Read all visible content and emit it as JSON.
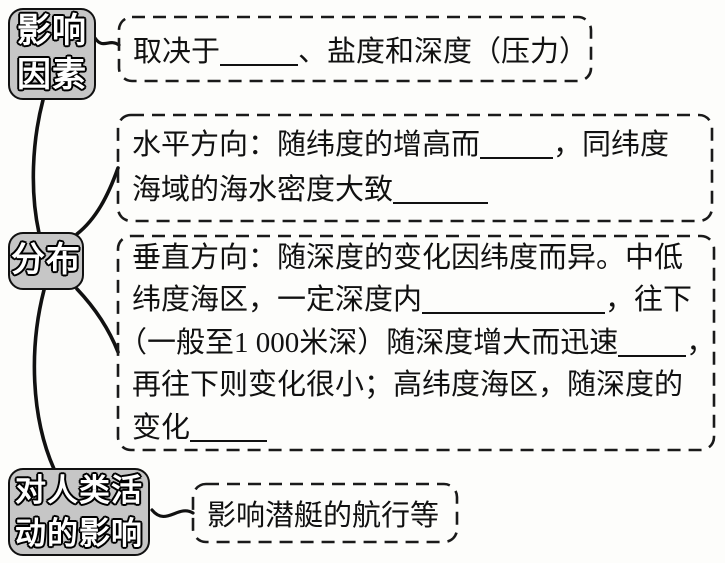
{
  "title": "海水密度知识结构图",
  "colors": {
    "background": "#fdfdfb",
    "node_fill": "#c6c6c6",
    "node_border": "#111111",
    "dashed_border": "#1a1a1a",
    "text": "#111111"
  },
  "nodes": {
    "factors": {
      "label_lines": [
        "影响",
        "因素"
      ]
    },
    "distribution": {
      "label_lines": [
        "分布"
      ]
    },
    "human_activity": {
      "label_lines": [
        "对人类活",
        "动的影响"
      ]
    }
  },
  "cards": {
    "determinants": {
      "lines": [
        [
          {
            "t": "取决于"
          },
          {
            "b": 78
          },
          {
            "t": "、盐度和深度（压力）"
          }
        ]
      ]
    },
    "horizontal": {
      "lines": [
        [
          {
            "t": "水平方向：随纬度的增高而"
          },
          {
            "b": 73
          },
          {
            "t": "，同纬度"
          }
        ],
        [
          {
            "t": "海域的海水密度大致"
          },
          {
            "b": 95
          }
        ]
      ]
    },
    "vertical": {
      "lines": [
        [
          {
            "t": "垂直方向：随深度的变化因纬度而异。中低"
          }
        ],
        [
          {
            "t": "纬度海区，一定深度内"
          },
          {
            "b": 183
          },
          {
            "t": "，往下"
          }
        ],
        [
          {
            "t": "（一般至1 000米深）随深度增大而迅速"
          },
          {
            "b": 68
          },
          {
            "t": "，"
          }
        ],
        [
          {
            "t": "再往下则变化很小；高纬度海区，随深度的"
          }
        ],
        [
          {
            "t": "变化"
          },
          {
            "b": 77
          }
        ]
      ]
    },
    "submarine": {
      "lines": [
        [
          {
            "t": "影响潜艇的航行等"
          }
        ]
      ]
    }
  }
}
